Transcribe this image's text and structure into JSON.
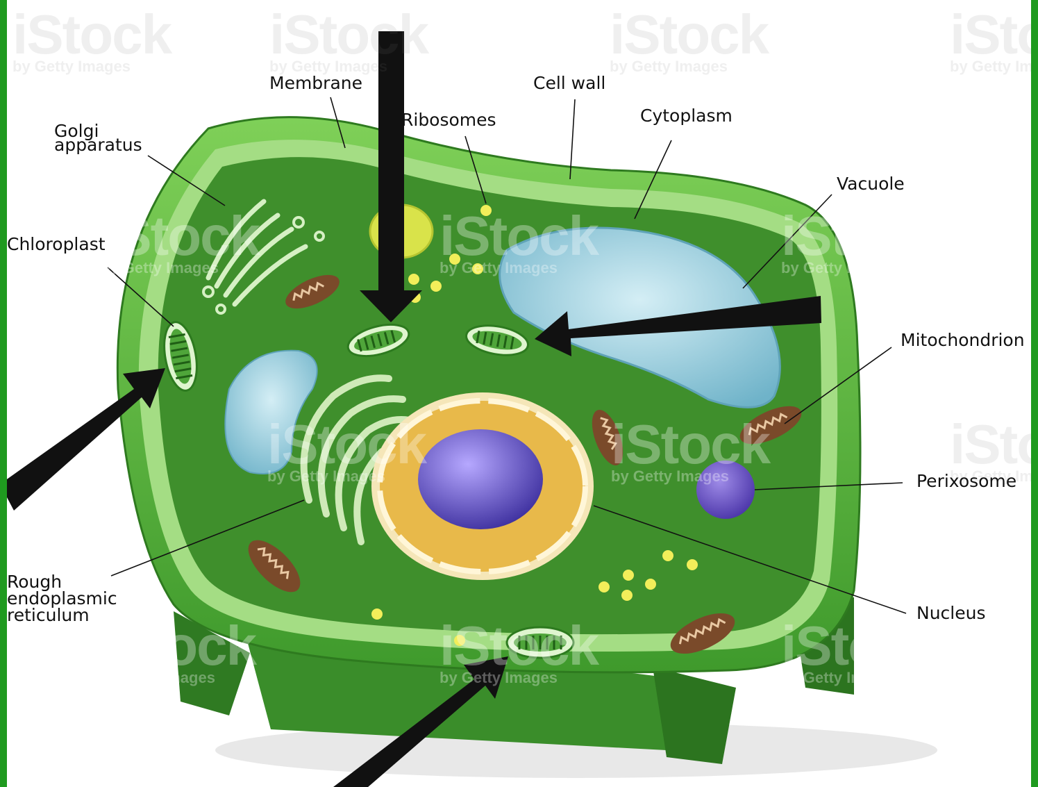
{
  "labels": {
    "membrane": "Membrane",
    "cell_wall": "Cell wall",
    "golgi_line1": "Golgi",
    "golgi_line2": "apparatus",
    "ribosomes": "Ribosomes",
    "cytoplasm": "Cytoplasm",
    "vacuole": "Vacuole",
    "chloroplast": "Chloroplast",
    "mitochondrion": "Mitochondrion",
    "perixosome": "Perixosome",
    "nucleus": "Nucleus",
    "rough_er_line1": "Rough",
    "rough_er_line2": "endoplasmic",
    "rough_er_line3": "reticulum"
  },
  "watermark": {
    "brand": "iStock",
    "sub": "by Getty Images"
  },
  "colors": {
    "frame": "#1f9a1f",
    "cell_wall": "#6fc44a",
    "cytoplasm": "#3f8f2c",
    "nucleus_envelope": "#e6b84a",
    "nucleolus": "#5b4fc0",
    "vacuole": "#8fc6d8",
    "mitochondrion": "#7a4a2a",
    "ribosome": "#f2ee5a",
    "arrow": "#111111"
  }
}
